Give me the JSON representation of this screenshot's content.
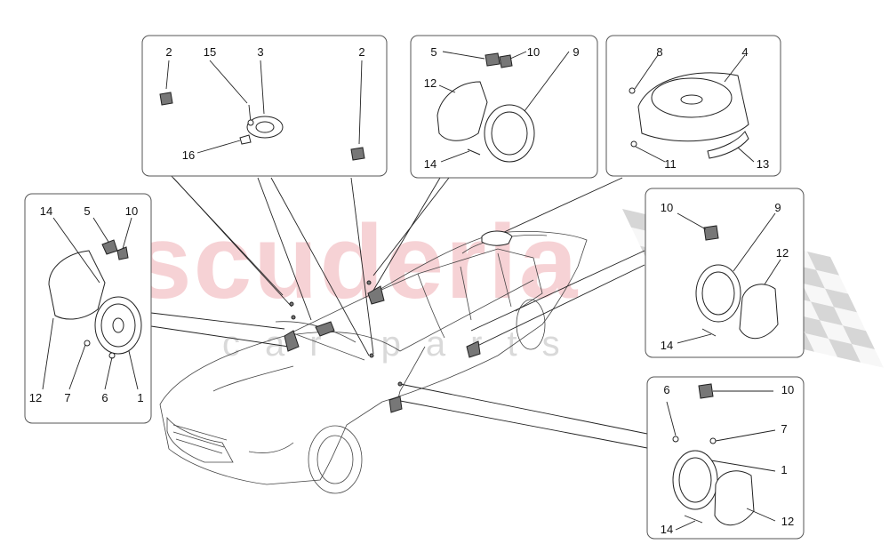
{
  "watermark": {
    "main": "scuderia",
    "sub": "car parts",
    "flag_dark": "#8a8a8a",
    "flag_light": "#e8e8e8"
  },
  "accent_color": "#e98a92",
  "panels": [
    {
      "id": "left-door-panel",
      "callouts": [
        "14",
        "5",
        "10",
        "12",
        "7",
        "6",
        "1"
      ]
    },
    {
      "id": "dashboard-panel",
      "callouts": [
        "2",
        "15",
        "3",
        "2",
        "16"
      ]
    },
    {
      "id": "front-pillar-panel",
      "callouts": [
        "5",
        "10",
        "9",
        "12",
        "14"
      ]
    },
    {
      "id": "rear-shelf-panel",
      "callouts": [
        "8",
        "4",
        "11",
        "13"
      ]
    },
    {
      "id": "rear-door-panel",
      "callouts": [
        "10",
        "9",
        "12",
        "14"
      ]
    },
    {
      "id": "front-door-panel",
      "callouts": [
        "6",
        "10",
        "7",
        "1",
        "14",
        "12"
      ]
    }
  ]
}
